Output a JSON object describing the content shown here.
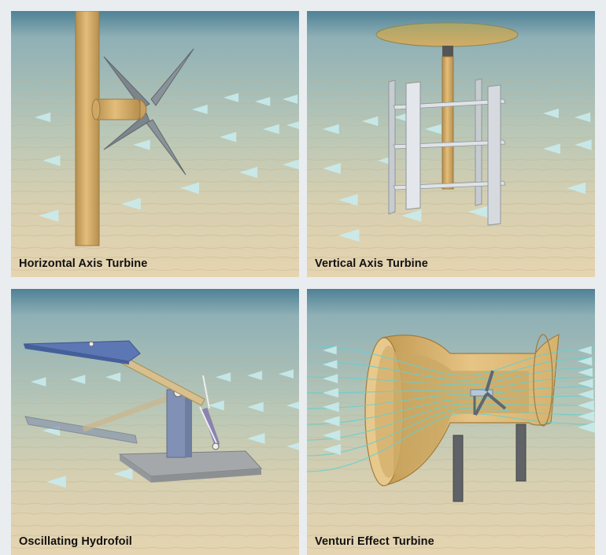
{
  "panels": [
    {
      "title": "Horizontal Axis Turbine"
    },
    {
      "title": "Vertical Axis Turbine"
    },
    {
      "title": "Oscillating Hydrofoil"
    },
    {
      "title": "Venturi Effect Turbine"
    }
  ],
  "colors": {
    "water_top": "#5d8fa0",
    "water_mid": "#b1c4b5",
    "seabed": "#e3d2af",
    "structure": "#d9b06c",
    "structure_dark": "#a88246",
    "blade_grey": "#7d858d",
    "blade_silver": "#d3d7dc",
    "hydrofoil_blue": "#5c77b3",
    "flow_arrow": "#c8ecee",
    "flow_line": "#66cfcf"
  }
}
